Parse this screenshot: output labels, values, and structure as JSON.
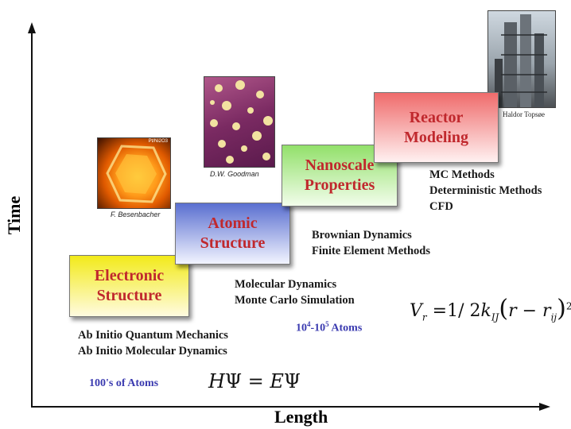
{
  "axes": {
    "y_label": "Time",
    "x_label": "Length"
  },
  "boxes": {
    "electronic": [
      "Electronic",
      "Structure"
    ],
    "atomic": [
      "Atomic",
      "Structure"
    ],
    "nano": [
      "Nanoscale",
      "Properties"
    ],
    "reactor": [
      "Reactor",
      "Modeling"
    ]
  },
  "methods": {
    "ab_initio": [
      "Ab Initio Quantum Mechanics",
      "Ab Initio Molecular Dynamics"
    ],
    "md": [
      "Molecular Dynamics",
      "Monte Carlo Simulation"
    ],
    "brownian": [
      "Brownian Dynamics",
      "Finite Element Methods"
    ],
    "mc": [
      "MC Methods",
      "Deterministic Methods",
      "CFD"
    ]
  },
  "atoms": {
    "small": "100's of Atoms"
  },
  "credits": {
    "besenbacher": "F. Besenbacher",
    "goodman": "D.W. Goodman",
    "topsoe": "Haldor Topsøe",
    "stm_label": "Pt/Ni2O3"
  },
  "colors": {
    "electronic_top": "#f2ea1a",
    "electronic_bottom": "#fffbe0",
    "atomic_top": "#5a6fd0",
    "atomic_bottom": "#f2f4ff",
    "nano_top": "#92e06a",
    "nano_bottom": "#f2fdeb",
    "reactor_top": "#ef6b6b",
    "reactor_bottom": "#fff1f1",
    "box_text": "#c0282d",
    "atoms_text": "#3b3bb0"
  }
}
